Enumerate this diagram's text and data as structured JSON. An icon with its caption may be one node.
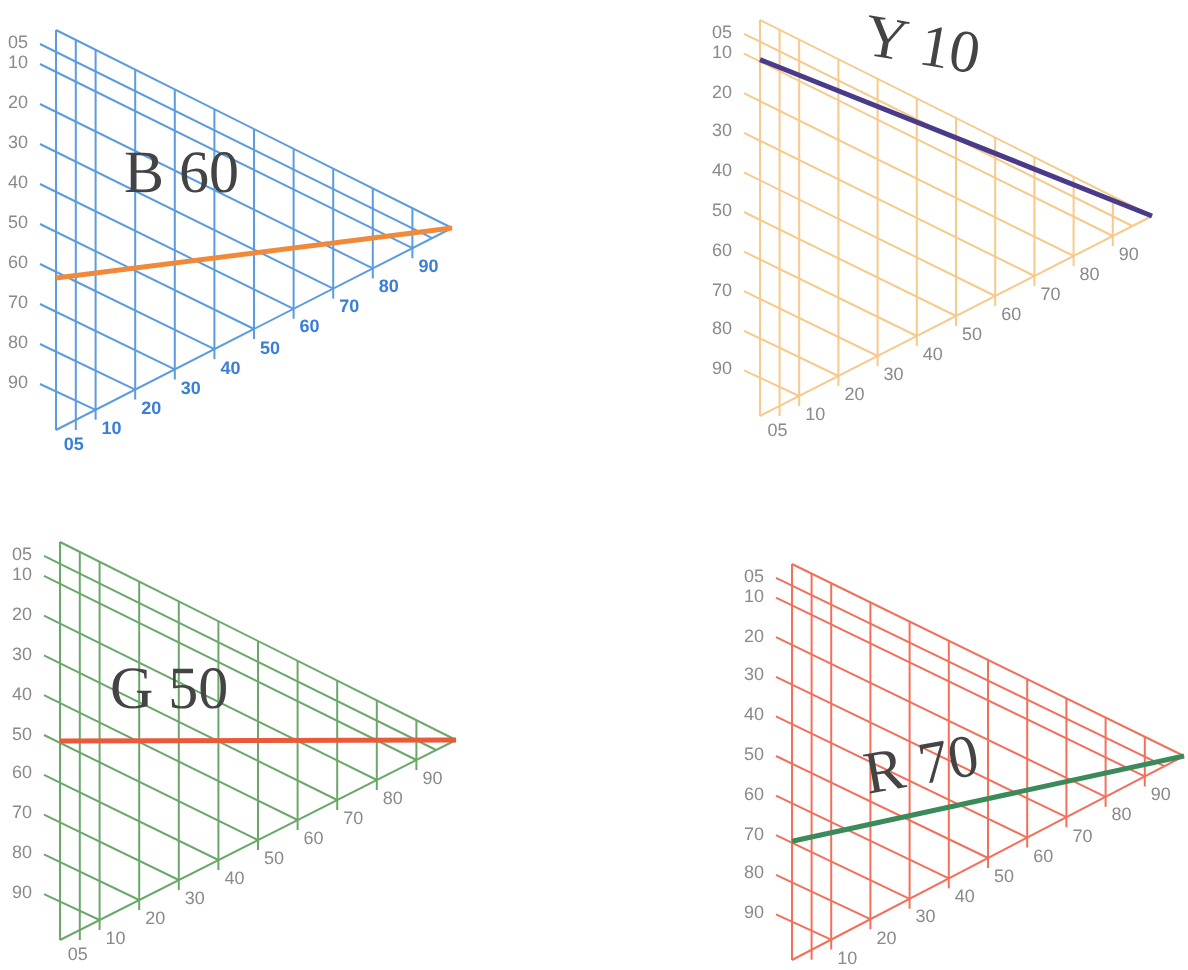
{
  "diagram": {
    "labels": [
      "B 60",
      "05",
      "10",
      "20",
      "30",
      "40",
      "50",
      "60",
      "70",
      "80",
      "90",
      "05",
      "10",
      "20",
      "30",
      "40",
      "50",
      "60",
      "70",
      "80",
      "90",
      "Y 10",
      "05",
      "10",
      "20",
      "30",
      "40",
      "50",
      "60",
      "70",
      "80",
      "90",
      "05",
      "10",
      "20",
      "30",
      "40",
      "50",
      "60",
      "70",
      "80",
      "90",
      "G 50",
      "05",
      "10",
      "20",
      "30",
      "40",
      "50",
      "60",
      "70",
      "80",
      "90",
      "05",
      "10",
      "20",
      "30",
      "40",
      "50",
      "60",
      "70",
      "80",
      "90",
      "R 70",
      "05",
      "10",
      "20",
      "30",
      "40",
      "50",
      "60",
      "70",
      "80",
      "90",
      "10",
      "20",
      "30",
      "40",
      "50",
      "60",
      "70",
      "80",
      "90"
    ]
  }
}
